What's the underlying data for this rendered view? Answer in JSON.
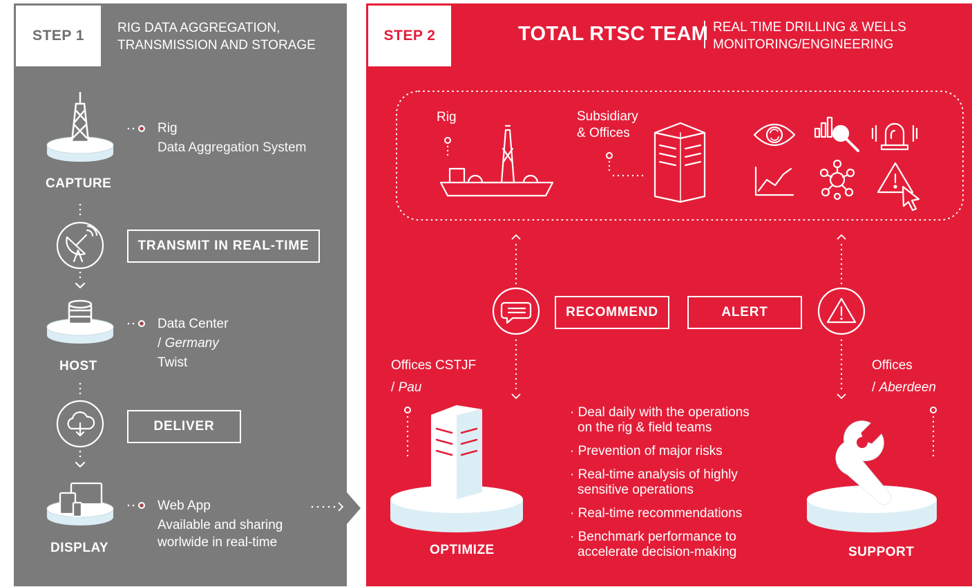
{
  "step1": {
    "badge": "STEP 1",
    "title_line1": "RIG DATA AGGREGATION,",
    "title_line2": "TRANSMISSION AND  STORAGE",
    "capture_label": "CAPTURE",
    "rig_title": "Rig",
    "rig_desc": "Data Aggregation System",
    "transmit_label": "TRANSMIT IN REAL-TIME",
    "host_label": "HOST",
    "datacenter_title": "Data Center",
    "datacenter_location": "Germany",
    "datacenter_name": "Twist",
    "deliver_label": "DELIVER",
    "display_label": "DISPLAY",
    "webapp_title": "Web App",
    "webapp_line1": "Available and sharing",
    "webapp_line2": "worlwide in real-time"
  },
  "step2": {
    "badge": "STEP 2",
    "team_title": "TOTAL RTSC TEAM",
    "team_sub_line1": "REAL TIME DRILLING & WELLS",
    "team_sub_line2": "MONITORING/ENGINEERING",
    "rig_label": "Rig",
    "subsidiary_line1": "Subsidiary",
    "subsidiary_line2": "& Offices",
    "recommend_label": "RECOMMEND",
    "alert_label": "ALERT",
    "offices_cstjf": "Offices CSTJF",
    "pau": "Pau",
    "offices": "Offices",
    "aberdeen": "Aberdeen",
    "optimize_label": "OPTIMIZE",
    "support_label": "SUPPORT",
    "bullets": [
      {
        "line1": "Deal daily with the operations",
        "line2": "on the rig & field teams"
      },
      {
        "line1": "Prevention of major risks",
        "line2": ""
      },
      {
        "line1": "Real-time analysis of highly",
        "line2": "sensitive operations"
      },
      {
        "line1": "Real-time recommendations",
        "line2": ""
      },
      {
        "line1": "Benchmark performance to",
        "line2": "accelerate decision-making"
      }
    ]
  },
  "colors": {
    "grey_panel": "#7b7b7b",
    "red_panel": "#e31d38",
    "platform_fill": "#dceef5",
    "white": "#ffffff"
  }
}
